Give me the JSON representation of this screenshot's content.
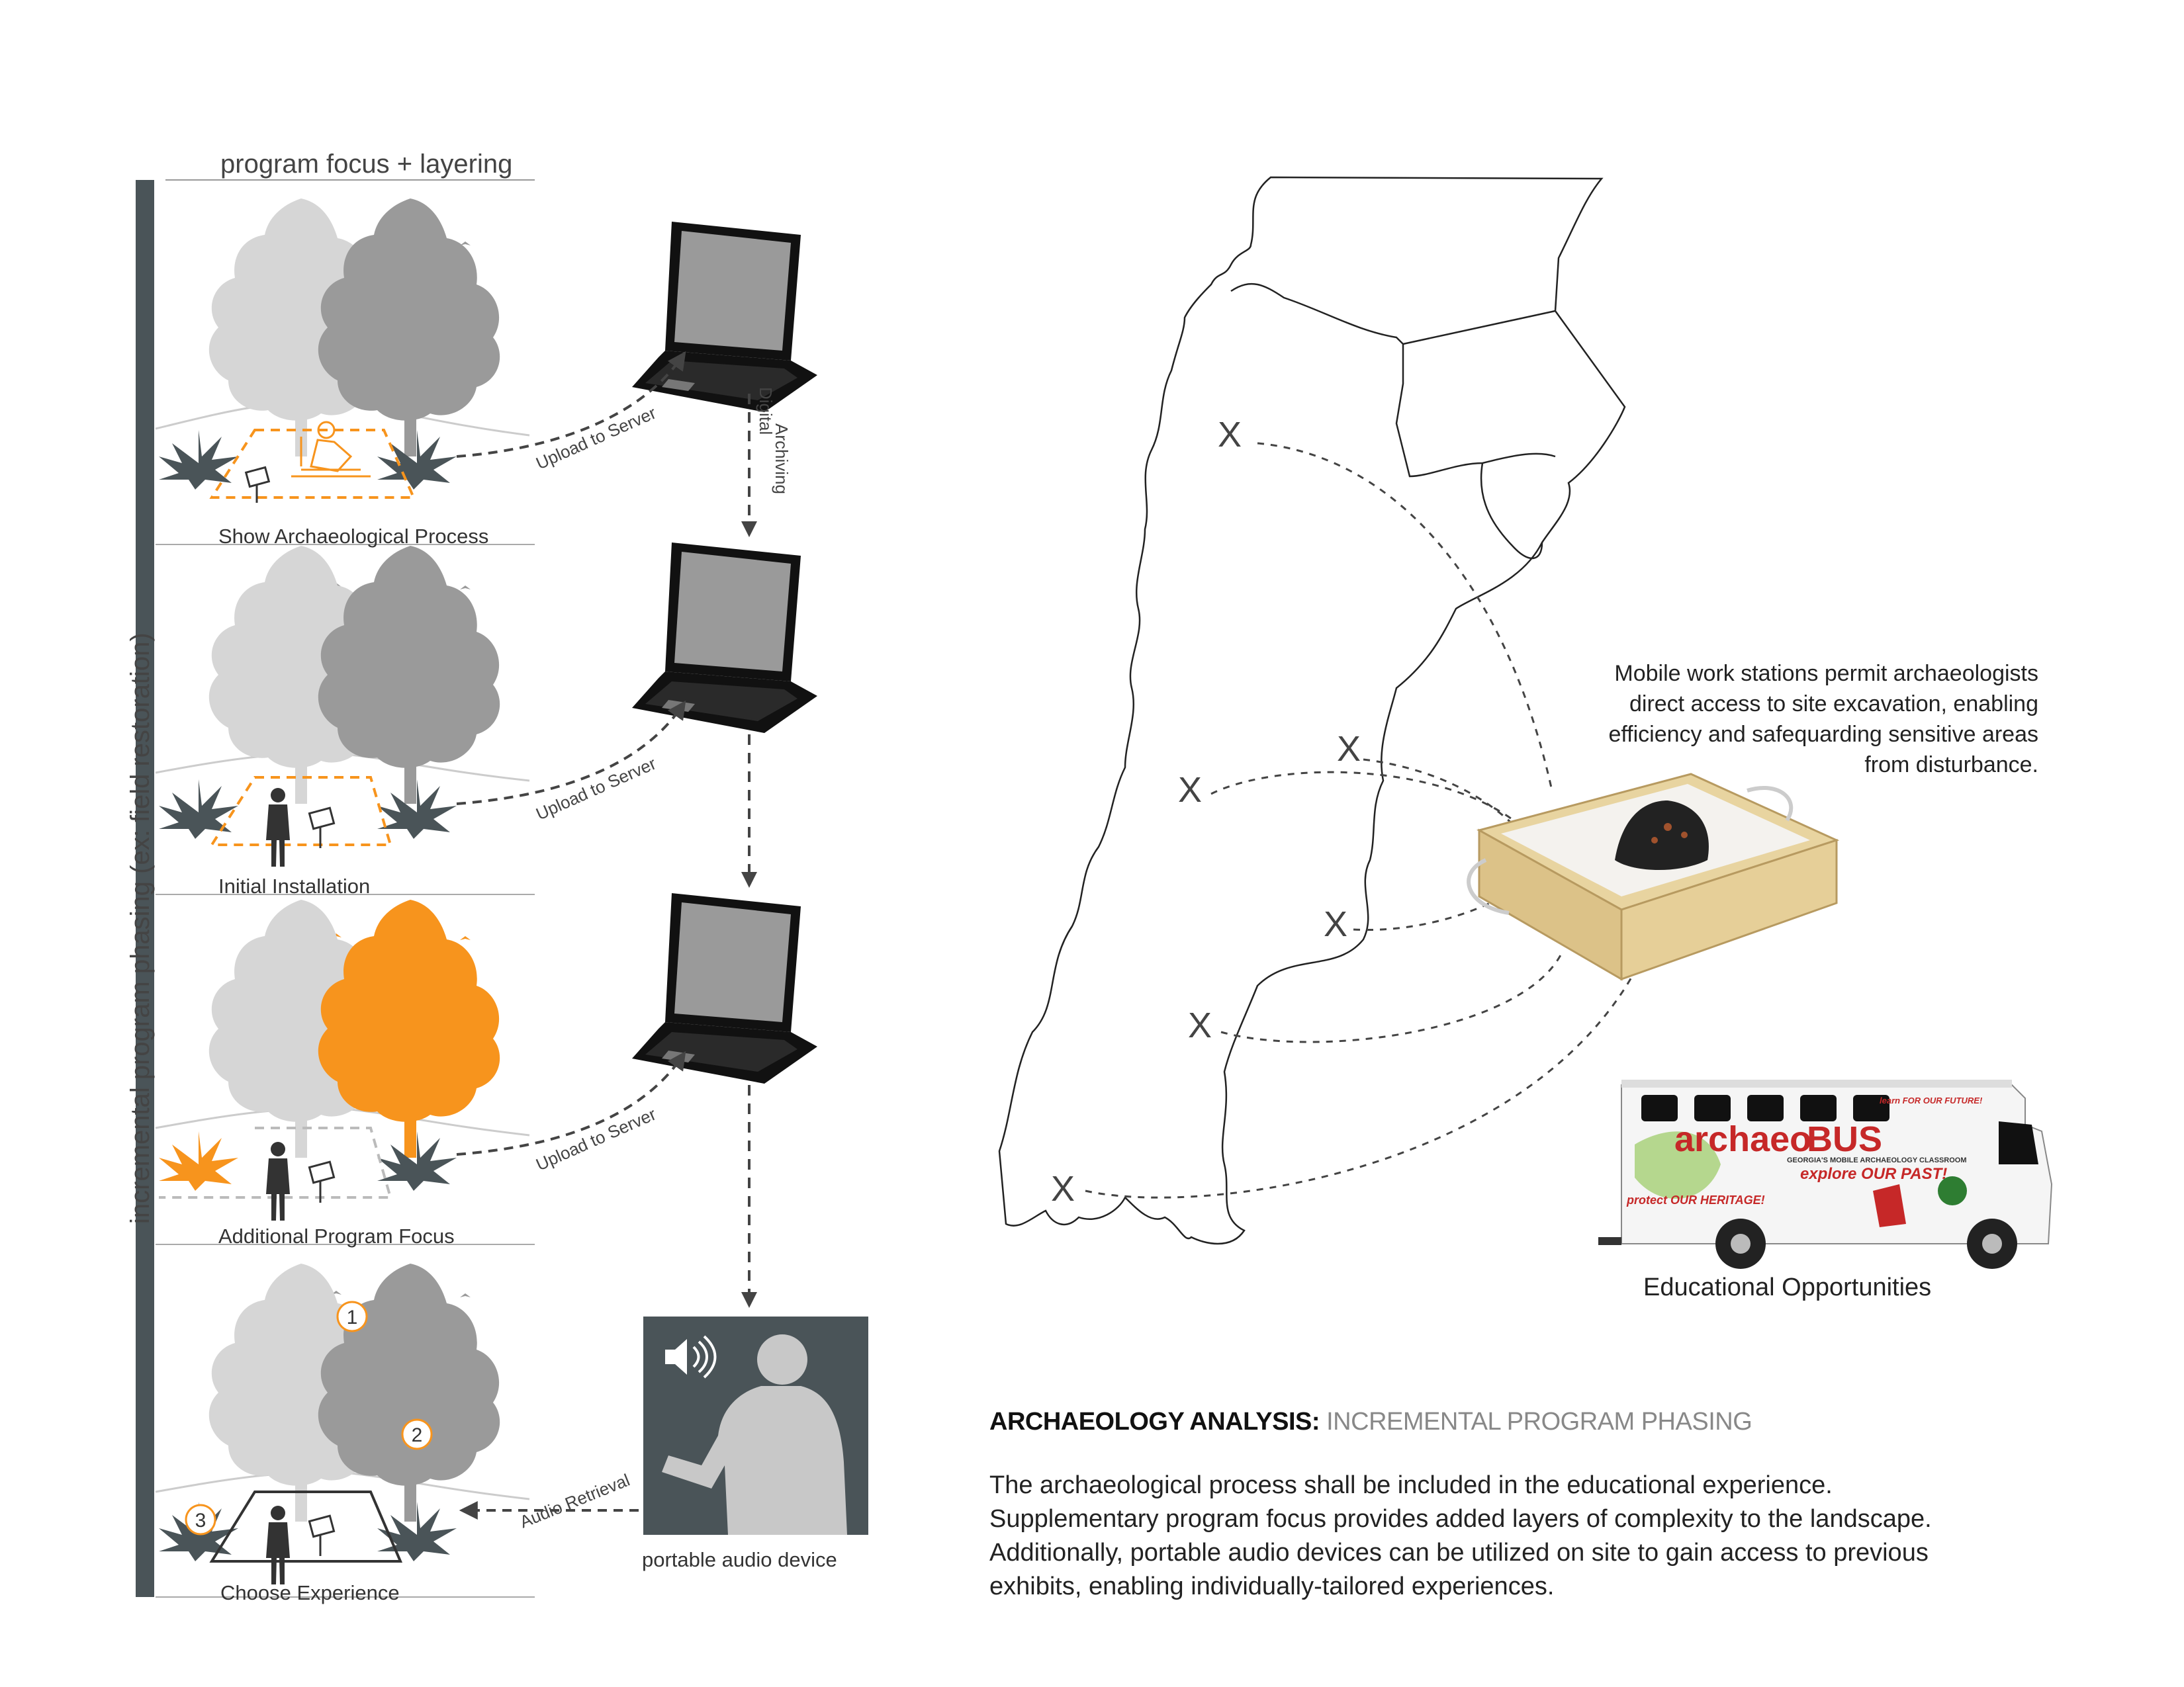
{
  "header": {
    "column_title": "program focus + layering",
    "vertical_label": "incremental program phasing  (ex: field restoration)"
  },
  "phases": [
    {
      "label": "Show Archaeological Process"
    },
    {
      "label": "Initial Installation"
    },
    {
      "label": "Additional Program Focus"
    },
    {
      "label": "Choose Experience"
    }
  ],
  "connectors": {
    "upload": "Upload to Server",
    "archiving_1": "Digital",
    "archiving_2": "Archiving",
    "audio_retrieval": "Audio Retrieval"
  },
  "device": {
    "label": "portable audio device",
    "icon": "speaker-icon"
  },
  "badges": [
    "1",
    "2",
    "3"
  ],
  "map": {
    "marker": "X",
    "marker_count": 6
  },
  "workstation": {
    "lines": [
      "Mobile work stations permit archaeologists",
      "direct access to site excavation, enabling",
      "efficiency and safequarding sensitive areas",
      "from disturbance."
    ]
  },
  "bus": {
    "caption": "Educational Opportunities",
    "brand_1": "archaeo",
    "brand_2": "BUS",
    "subtitle": "GEORGIA'S MOBILE ARCHAEOLOGY CLASSROOM",
    "slogan": "explore OUR PAST!",
    "learn": "learn FOR OUR FUTURE!",
    "protect": "protect OUR HERITAGE!"
  },
  "analysis": {
    "title_bold": "ARCHAEOLOGY ANALYSIS:",
    "title_light": " INCREMENTAL PROGRAM PHASING",
    "lines": [
      "The archaeological process shall be included in the educational experience.",
      "Supplementary program focus provides added layers of complexity to the landscape.",
      "Additionally, portable audio devices can be utilized on site to gain access to previous",
      "exhibits, enabling individually-tailored experiences."
    ]
  },
  "colors": {
    "accent": "#f7941d",
    "dark": "#4a5458",
    "tree_light": "#d4d4d4",
    "tree_mid": "#9a9a9a",
    "line": "#555555"
  }
}
